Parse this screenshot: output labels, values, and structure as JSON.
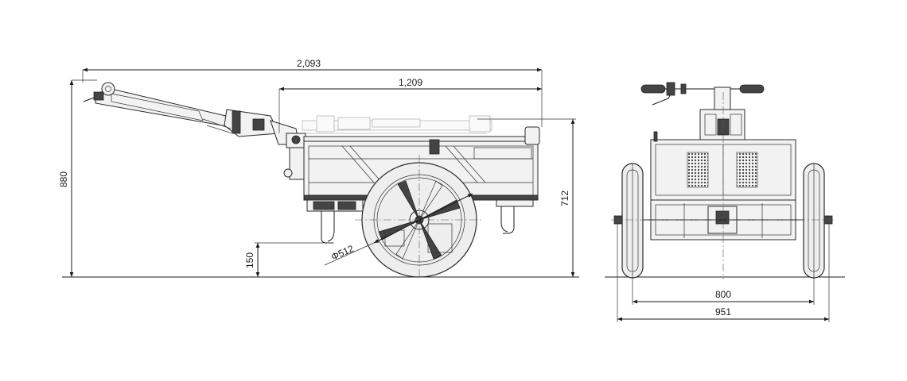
{
  "dimensions": {
    "overall_length": "2,093",
    "bed_length": "1,209",
    "overall_height": "880",
    "bed_height": "712",
    "ground_clearance": "150",
    "wheel_diameter": "Φ512",
    "track_width": "800",
    "overall_width": "951"
  }
}
